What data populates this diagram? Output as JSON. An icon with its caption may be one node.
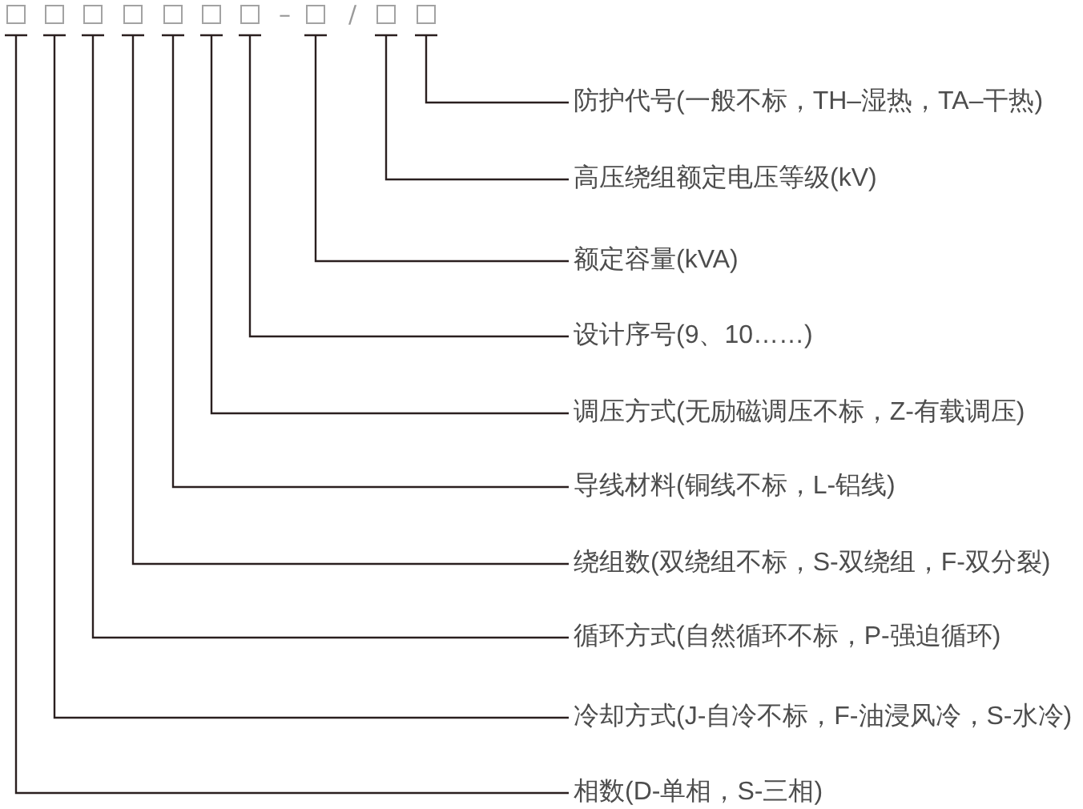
{
  "diagram": {
    "nodes": [
      {
        "text": [],
        "shape": "box"
      },
      {
        "text": [],
        "shape": "box"
      },
      {
        "text": [],
        "shape": "box"
      },
      {
        "text": [],
        "shape": "box"
      },
      {
        "text": [],
        "shape": "box"
      },
      {
        "text": [],
        "shape": "box"
      },
      {
        "text": [],
        "shape": "box"
      },
      {
        "text": [],
        "shape": "box"
      },
      {
        "text": [],
        "shape": "box"
      },
      {
        "text": [],
        "shape": "box"
      },
      {
        "text": [
          "防护代号(一般不标，TH–湿热，TA–干热)"
        ]
      },
      {
        "text": [
          "高压绕组额定电压等级(kV)"
        ]
      },
      {
        "text": [
          "额定容量(kVA)"
        ]
      },
      {
        "text": [
          "设计序号(9、10……)"
        ]
      },
      {
        "text": [
          "调压方式(无励磁调压不标，Z-有载调压)"
        ]
      },
      {
        "text": [
          "导线材料(铜线不标，L-铝线)"
        ]
      },
      {
        "text": [
          "绕组数(双绕组不标，S-双绕组，F-双分裂)"
        ]
      },
      {
        "text": [
          "循环方式(自然循环不标，P-强迫循环)"
        ]
      },
      {
        "text": [
          "冷却方式(J-自冷不标，F-油浸风冷，S-水冷)"
        ]
      },
      {
        "text": [
          "相数(D-单相，S-三相)"
        ]
      }
    ],
    "edges": [
      {
        "from": 9,
        "to": 10,
        "arrow": "none"
      },
      {
        "from": 8,
        "to": 11,
        "arrow": "none"
      },
      {
        "from": 7,
        "to": 12,
        "arrow": "none"
      },
      {
        "from": 6,
        "to": 13,
        "arrow": "none"
      },
      {
        "from": 5,
        "to": 14,
        "arrow": "none"
      },
      {
        "from": 4,
        "to": 15,
        "arrow": "none"
      },
      {
        "from": 3,
        "to": 16,
        "arrow": "none"
      },
      {
        "from": 2,
        "to": 17,
        "arrow": "none"
      },
      {
        "from": 1,
        "to": 18,
        "arrow": "none"
      },
      {
        "from": 0,
        "to": 19,
        "arrow": "none"
      }
    ],
    "labels": [
      "–",
      "/"
    ]
  }
}
